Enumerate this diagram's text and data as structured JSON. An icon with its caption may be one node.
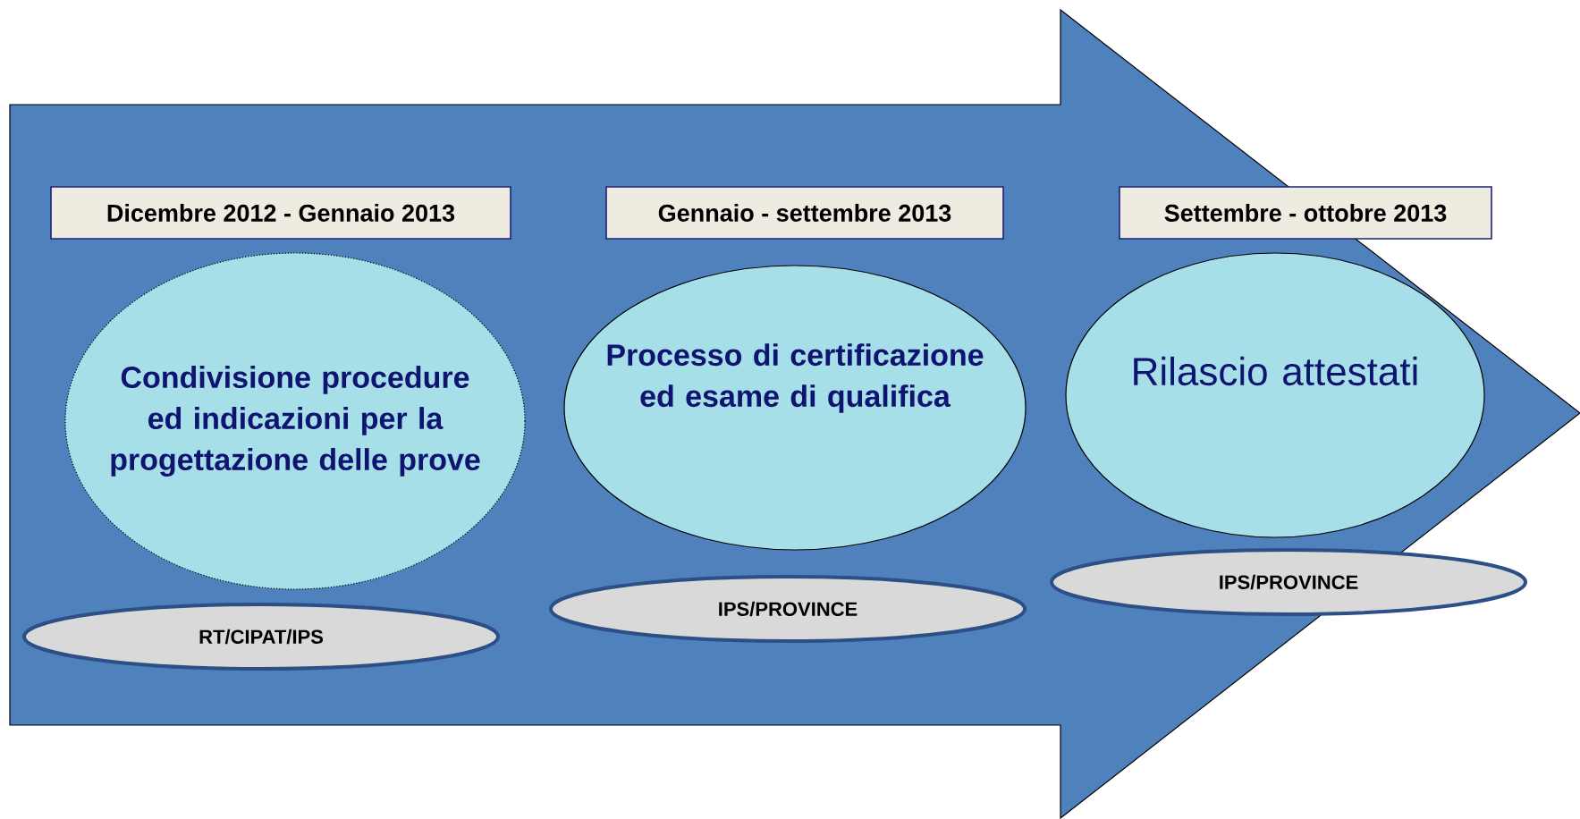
{
  "diagram": {
    "nodes": [
      {
        "text": [],
        "shape": "arrow"
      },
      {
        "text": [
          "Dicembre 2012 - Gennaio 2013"
        ],
        "in": 0
      },
      {
        "text": [
          "Gennaio - settembre 2013"
        ],
        "in": 0
      },
      {
        "text": [
          "Settembre - ottobre 2013"
        ],
        "in": 0
      },
      {
        "text": [
          "Condivisione procedure ed indicazioni per la progettazione delle prove"
        ],
        "in": 0
      },
      {
        "text": [
          "Processo di certificazione ed esame di qualifica"
        ],
        "in": 0
      },
      {
        "text": [
          "Rilascio attestati"
        ],
        "in": 0
      },
      {
        "text": [
          "RT/CIPAT/IPS"
        ],
        "in": 0
      },
      {
        "text": [
          "IPS/PROVINCE"
        ],
        "in": 0
      },
      {
        "text": [
          "IPS/PROVINCE"
        ],
        "in": 0
      }
    ]
  }
}
